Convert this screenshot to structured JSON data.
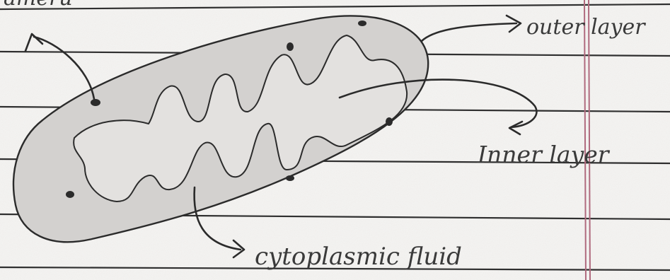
{
  "labels": {
    "top_left_partial": "ameru",
    "outer": "outer layer",
    "inner": "Inner layer",
    "fluid": "cytoplasmic fluid"
  },
  "colors": {
    "paper": "#f4f3f1",
    "rule_line": "#2f2f2f",
    "margin_line": "#b06a7e",
    "pencil": "#2b2b2b",
    "shading": "#d3d1cf"
  }
}
